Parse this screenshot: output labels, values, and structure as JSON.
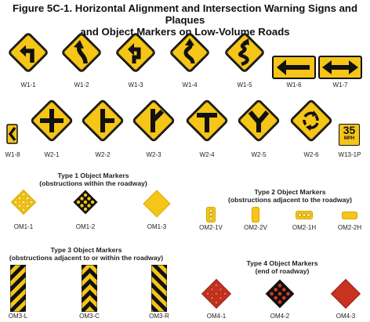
{
  "figure": {
    "title_line1": "Figure 5C-1.  Horizontal Alignment and Intersection Warning Signs and Plaques",
    "title_line2": "and Object Markers on Low-Volume Roads"
  },
  "colors": {
    "warning_yellow": "#f5c518",
    "sign_black": "#111111",
    "marker_red": "#c9321f",
    "border_gray": "#e4e4e4"
  },
  "signs": {
    "w1_1": "W1-1",
    "w1_2": "W1-2",
    "w1_3": "W1-3",
    "w1_4": "W1-4",
    "w1_5": "W1-5",
    "w1_6": "W1-6",
    "w1_7": "W1-7",
    "w1_8": "W1-8",
    "w2_1": "W2-1",
    "w2_2": "W2-2",
    "w2_3": "W2-3",
    "w2_4": "W2-4",
    "w2_5": "W2-5",
    "w2_6": "W2-6",
    "w13_1p": "W13-1P",
    "w13_speed": "35",
    "w13_unit": "MPH"
  },
  "markers": {
    "type1": {
      "title": "Type 1 Object Markers",
      "subtitle": "(obstructions within the roadway)",
      "om1_1": "OM1-1",
      "om1_2": "OM1-2",
      "om1_3": "OM1-3"
    },
    "type2": {
      "title": "Type 2 Object Markers",
      "subtitle": "(obstructions adjacent to the roadway)",
      "om2_1v": "OM2-1V",
      "om2_2v": "OM2-2V",
      "om2_1h": "OM2-1H",
      "om2_2h": "OM2-2H"
    },
    "type3": {
      "title": "Type 3 Object Markers",
      "subtitle": "(obstructions adjacent to or within the roadway)",
      "om3_l": "OM3-L",
      "om3_c": "OM3-C",
      "om3_r": "OM3-R"
    },
    "type4": {
      "title": "Type 4 Object Markers",
      "subtitle": "(end of roadway)",
      "om4_1": "OM4-1",
      "om4_2": "OM4-2",
      "om4_3": "OM4-3"
    }
  }
}
